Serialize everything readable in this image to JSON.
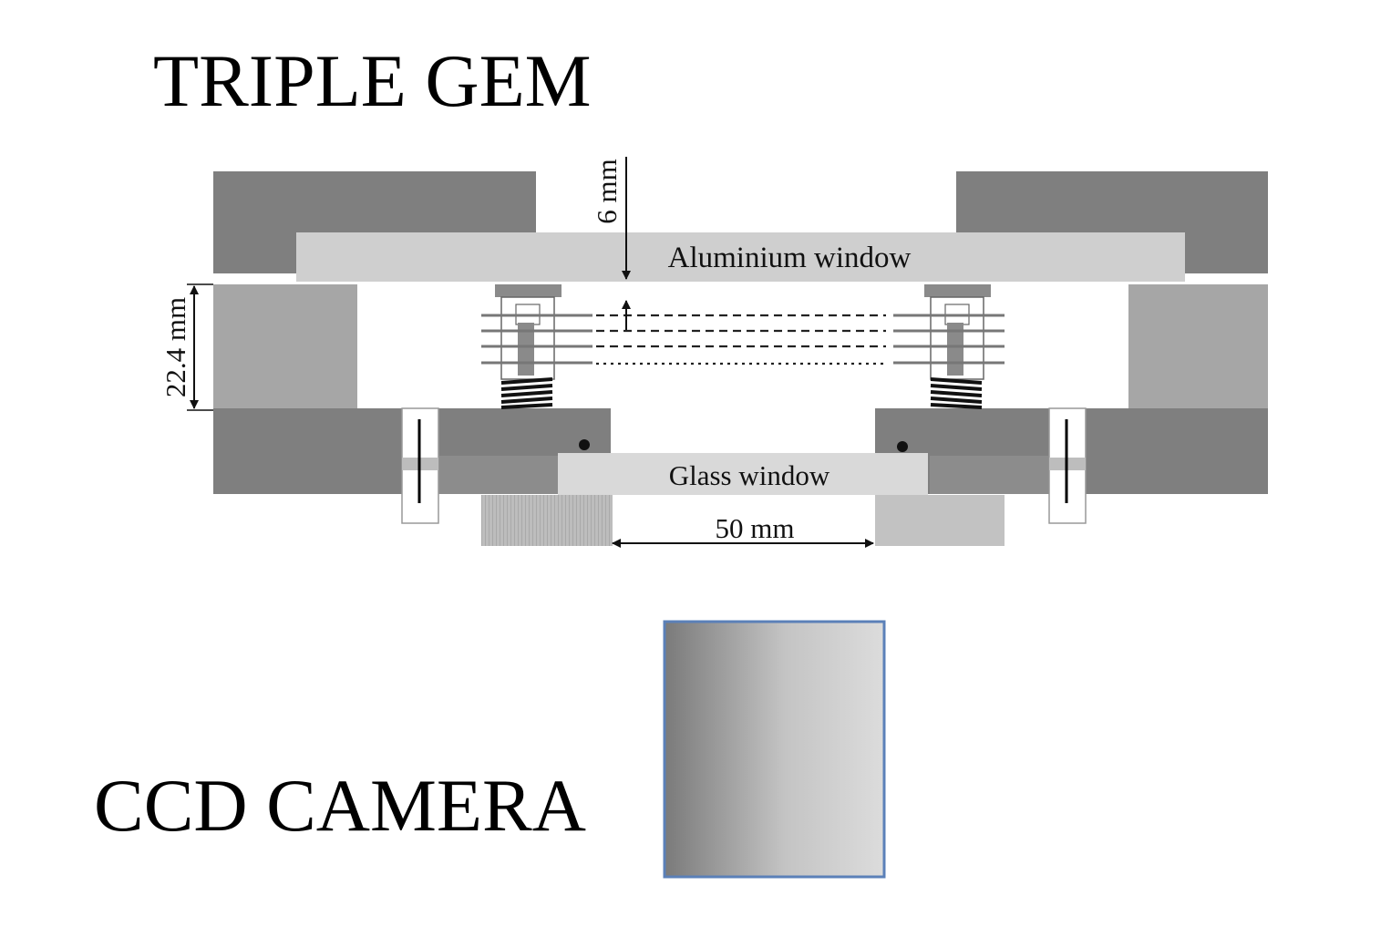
{
  "titles": {
    "top": "TRIPLE GEM",
    "bottom": "CCD CAMERA"
  },
  "diagram": {
    "aluminium_window_label": "Aluminium window",
    "glass_window_label": "Glass window",
    "dim_gap_label": "6 mm",
    "dim_height_label": "22.4 mm",
    "dim_width_label": "50 mm"
  },
  "colors": {
    "dark_block": "#7f7f7f",
    "mid_block": "#a6a6a6",
    "light_block": "#c8c8c8",
    "window_fill": "#d6d6d6",
    "camera_border": "#5b80b8"
  }
}
